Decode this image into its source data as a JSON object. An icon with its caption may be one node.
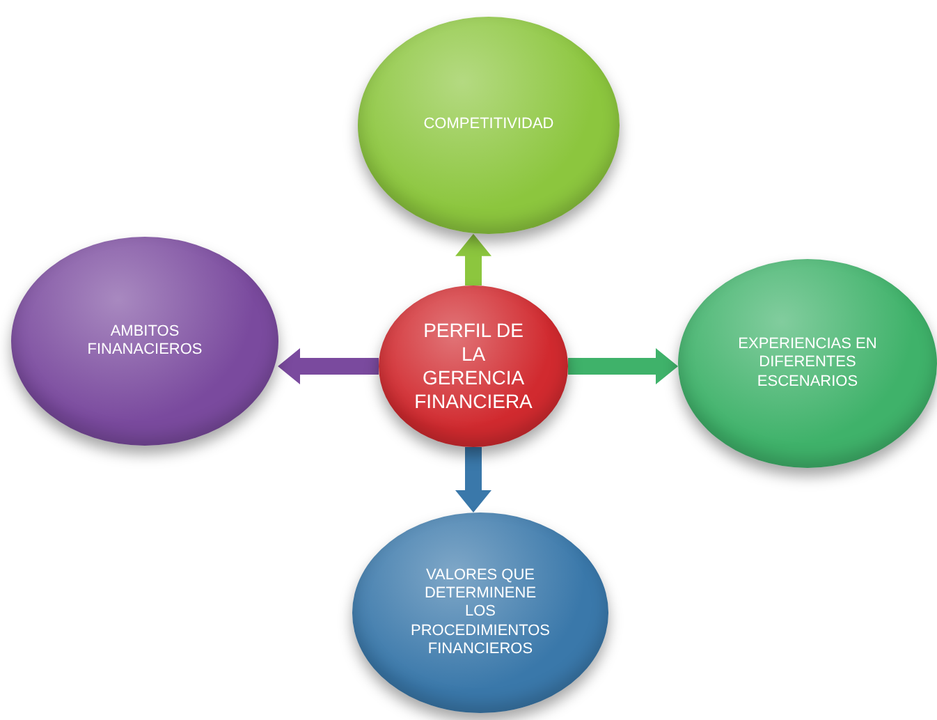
{
  "diagram": {
    "nodes": [
      {
        "text": [
          "COMPETITIVIDAD"
        ]
      },
      {
        "text": [
          "AMBITOS FINANACIEROS"
        ]
      },
      {
        "text": [
          "PERFIL DE LA GERENCIA FINANCIERA"
        ]
      },
      {
        "text": [
          "EXPERIENCIAS EN DIFERENTES ESCENARIOS"
        ]
      },
      {
        "text": [
          "VALORES QUE DETERMINENE LOS PROCEDIMIENTOS FINANCIEROS"
        ]
      }
    ],
    "edges": [
      {
        "from": 2,
        "to": 0,
        "arrow": "to",
        "color": "#8cc63e"
      },
      {
        "from": 2,
        "to": 1,
        "arrow": "to",
        "color": "#7a4a9e"
      },
      {
        "from": 2,
        "to": 3,
        "arrow": "to",
        "color": "#3fb26a"
      },
      {
        "from": 2,
        "to": 4,
        "arrow": "to",
        "color": "#3a78aa"
      }
    ]
  }
}
